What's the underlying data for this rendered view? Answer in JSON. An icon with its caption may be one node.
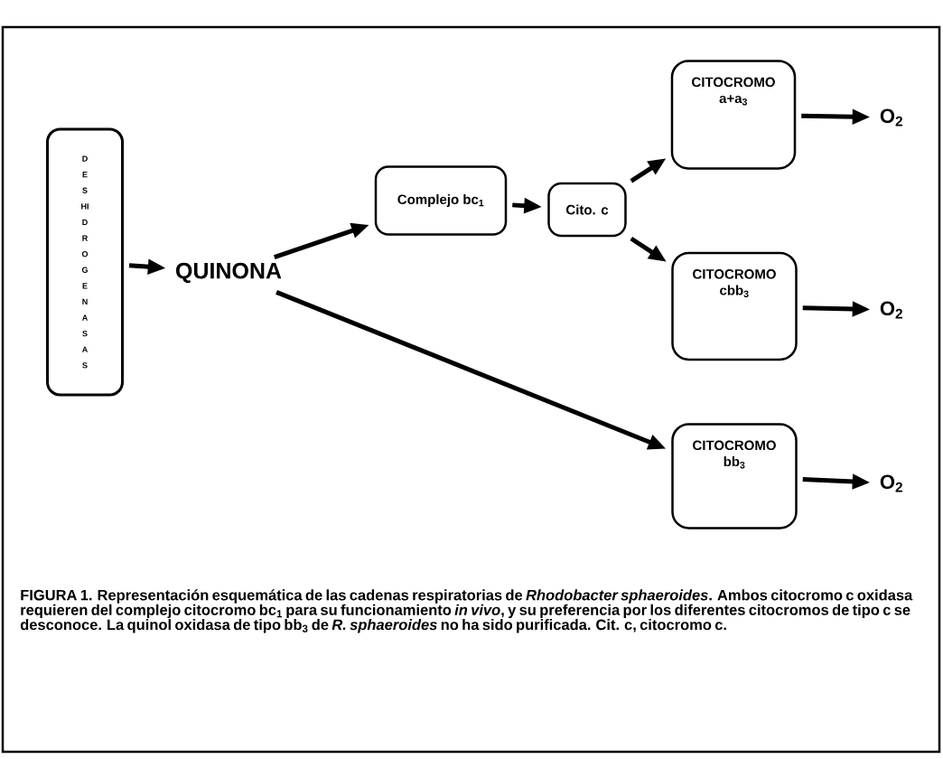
{
  "diagram": {
    "caption": "FIGURA 1. Representación esquemática de las cadenas respiratorias de *Rhodobacter sphaeroides*. Ambos citocromo c oxidasa requieren del complejo citocromo bc$_{1}$ para su funcionamiento *in vivo*, y su preferencia por los diferentes citocromos de tipo c se desconoce. La quinol oxidasa de tipo bb$_{3}$ de *R. sphaeroides* no ha sido purificada. Cit. c, citocromo c.",
    "nodes": [
      {
        "text": [
          "DESHIDROGENASAS"
        ]
      },
      {
        "text": [
          "QUINONA"
        ]
      },
      {
        "text": [
          "Complejo bc$_{1}$"
        ]
      },
      {
        "text": [
          "Cito. c"
        ]
      },
      {
        "text": [
          "CITOCROMO",
          "a+a$_{3}$"
        ]
      },
      {
        "text": [
          "O$_{2}$"
        ]
      },
      {
        "text": [
          "CITOCROMO",
          "cbb$_{3}$"
        ]
      },
      {
        "text": [
          "O$_{2}$"
        ]
      },
      {
        "text": [
          "CITOCROMO",
          "bb$_{3}$"
        ]
      },
      {
        "text": [
          "O$_{2}$"
        ]
      }
    ],
    "edges": [
      {
        "from": 0,
        "to": 1,
        "arrow": "to"
      },
      {
        "from": 1,
        "to": 2,
        "arrow": "to"
      },
      {
        "from": 2,
        "to": 3,
        "arrow": "to"
      },
      {
        "from": 3,
        "to": 4,
        "arrow": "to"
      },
      {
        "from": 4,
        "to": 5,
        "arrow": "to"
      },
      {
        "from": 3,
        "to": 6,
        "arrow": "to"
      },
      {
        "from": 6,
        "to": 7,
        "arrow": "to"
      },
      {
        "from": 1,
        "to": 8,
        "arrow": "to"
      },
      {
        "from": 8,
        "to": 9,
        "arrow": "to"
      }
    ]
  }
}
